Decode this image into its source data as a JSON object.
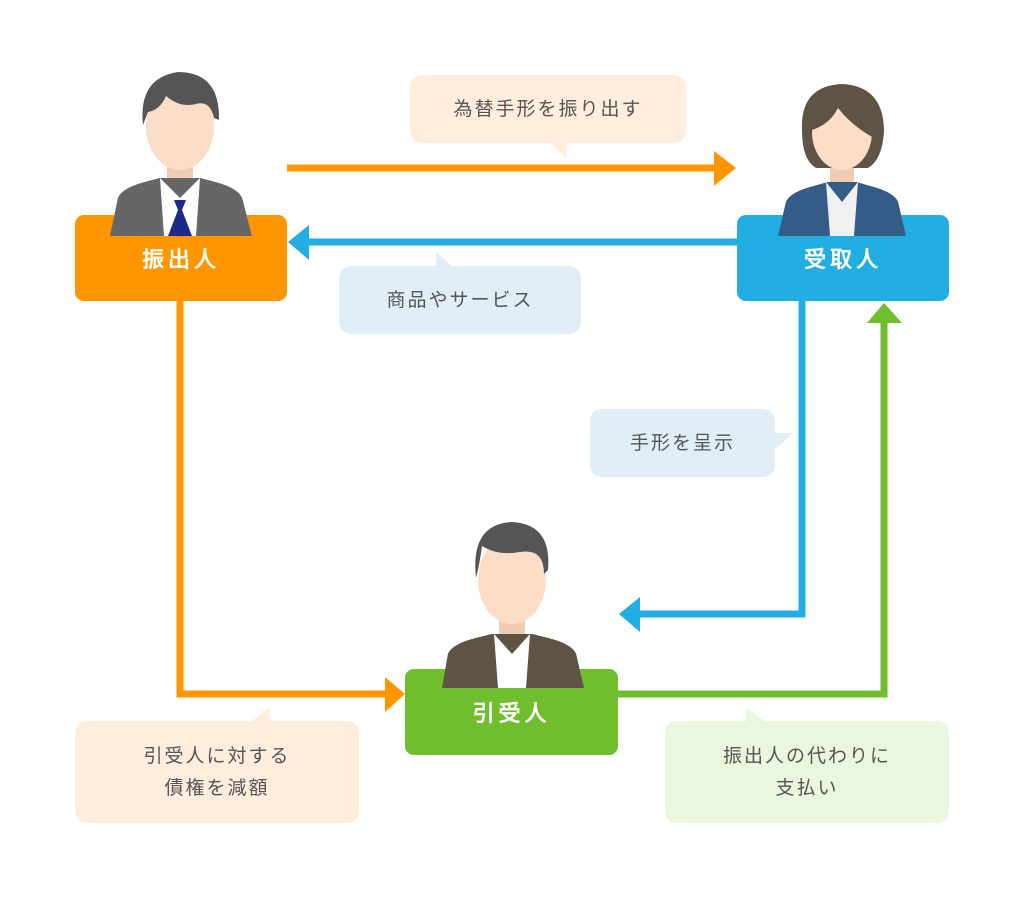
{
  "colors": {
    "drawer": "#FF9600",
    "payee": "#22AEE3",
    "acceptor": "#6EBE2E",
    "drawer_bubble_bg": "#FFEEDD",
    "payee_bubble_bg": "#E0EEF7",
    "acceptor_bubble_bg": "#EAF6DE",
    "bubble_text": "#555555",
    "skin": "#FCDEC8",
    "hair_dark": "#555555",
    "hair_brown": "#5F5443"
  },
  "parties": {
    "drawer": {
      "label": "振出人",
      "icon": "businessman-icon"
    },
    "payee": {
      "label": "受取人",
      "icon": "businesswoman-icon"
    },
    "acceptor": {
      "label": "引受人",
      "icon": "man-icon"
    }
  },
  "flows": [
    {
      "from": "drawer",
      "to": "payee",
      "label": "為替手形を振り出す"
    },
    {
      "from": "payee",
      "to": "drawer",
      "label": "商品やサービス"
    },
    {
      "from": "payee",
      "to": "acceptor",
      "label": "手形を呈示"
    },
    {
      "from": "drawer",
      "to": "acceptor",
      "label": "引受人に対する\n債権を減額"
    },
    {
      "from": "acceptor",
      "to": "payee",
      "label": "振出人の代わりに\n支払い"
    }
  ]
}
